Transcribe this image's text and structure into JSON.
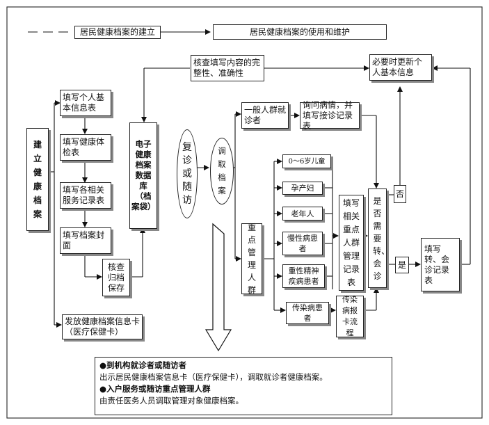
{
  "header": {
    "left_label": "居民健康档案的建立",
    "right_label": "居民健康档案的使用和维护"
  },
  "establish": {
    "main_label": "建立健康档案",
    "steps": [
      "填写个人基本信息表",
      "填写健康体检表",
      "填写各相关服务记录表",
      "填写档案封面"
    ],
    "check_save": "核查归档保存",
    "issue_card": "发放健康档案信息卡（医疗保健卡）"
  },
  "database": "电子健康档案数据库（档案袋）",
  "verify": "核查填写内容的完整性、准确性",
  "revisit": "复诊或随访",
  "retrieve": "调取档案",
  "general": {
    "group": "一般人群就诊者",
    "inquire": "询问病情，并填写接诊记录表"
  },
  "key": {
    "group": "重点管理人群",
    "categories": [
      "0～6岁儿童",
      "孕产妇",
      "老年人",
      "慢性病患者",
      "重性精神疾病患者",
      "传染病患者"
    ],
    "fill_records": "填写相关重点人群管理记录表",
    "infectious_flow": "传染病报卡流程"
  },
  "decision": {
    "question": "是否需要转、会诊",
    "no": "否",
    "yes": "是",
    "referral": "填写转、会诊记录表",
    "update": "必要时更新个人基本信息"
  },
  "notes": {
    "heading1": "●到机构就诊者或随访者",
    "text1": "出示居民健康档案信息卡（医疗保健卡），调取就诊者健康档案。",
    "heading2": "●入户服务或随访重点管理人群",
    "text2": "由责任医务人员调取管理对象健康档案。"
  }
}
